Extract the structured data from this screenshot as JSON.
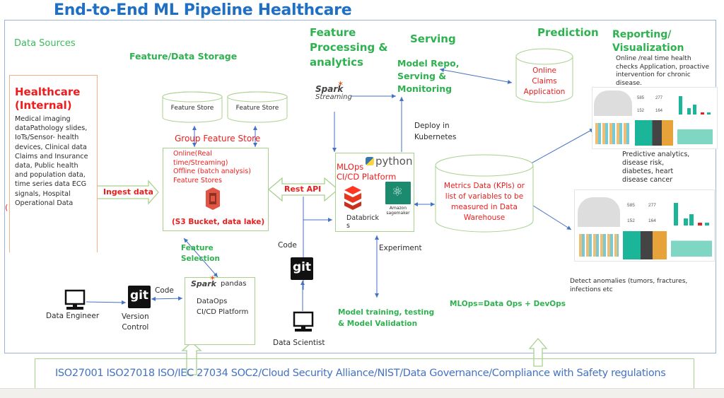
{
  "title": "End-to-End ML Pipeline Healthcare",
  "sections": {
    "data_sources": "Data Sources",
    "feature_storage": "Feature/Data Storage",
    "feature_processing": [
      "Feature",
      "Processing &",
      "analytics"
    ],
    "serving": "Serving",
    "prediction": "Prediction",
    "reporting": [
      "Reporting/",
      "Visualization"
    ]
  },
  "healthcare_box": {
    "title": [
      "Healthcare",
      "(Internal)"
    ],
    "lines": [
      "Medical imaging",
      "dataPathology slides,",
      "IoTs/Sensor- health",
      "devices, Clinical data",
      "Claims and Insurance",
      "data, Public health",
      "and population data,",
      "time series data ECG",
      "signals, Hospital",
      "Operational Data"
    ],
    "stray_mark": "("
  },
  "ingest_arrow": "Ingest data",
  "feature_stores": [
    "Feature Store",
    "Feature Store"
  ],
  "group_feature_store": "Group Feature Store",
  "storage_box": {
    "lines": [
      "Online(Real time/Streaming)",
      "Offline (batch analysis)",
      "Feature Stores"
    ],
    "caption": "(S3 Bucket, data lake)"
  },
  "rest_api": "Rest API",
  "spark_streaming": {
    "brand": "Spark",
    "sub": "Streaming"
  },
  "model_repo": [
    "Model Repo,",
    "Serving &",
    "Monitoring"
  ],
  "deploy": [
    "Deploy in",
    "Kubernetes"
  ],
  "online_claims": [
    "Online",
    "Claims",
    "Application"
  ],
  "mlops_box": {
    "label": [
      "MLOps",
      "CI/CD Platform"
    ],
    "python": "python",
    "databricks": [
      "Databrick",
      "s"
    ],
    "sagemaker": [
      "Amazon",
      "sagemaker"
    ]
  },
  "metrics_cylinder": [
    "Metrics Data (KPIs) or",
    "list of variables to be",
    "measured  in Data",
    "Warehouse"
  ],
  "experiment": "Experiment",
  "model_training": [
    "Model training, testing",
    "& Model Validation"
  ],
  "mlops_formula": "MLOps=Data Ops + DevOps",
  "feature_selection": [
    "Feature",
    "Selection"
  ],
  "dataops_box": {
    "spark": "Spark",
    "pandas": "pandas",
    "lines": [
      "DataOps",
      "CI/CD Platform"
    ]
  },
  "data_engineer": "Data Engineer",
  "version_control": [
    "Version",
    "Control"
  ],
  "git_label": "git",
  "code_labels": [
    "Code",
    "Code"
  ],
  "data_scientist": "Data Scientist",
  "reporting_texts": {
    "online_health": [
      "Online /real time health",
      "checks Application, proactive",
      "intervention for chronic",
      "disease."
    ],
    "predictive": [
      "Predictive analytics,",
      "disease risk,",
      "diabetes, heart",
      "disease cancer"
    ],
    "anomalies": [
      "Detect anomalies (tumors, fractures,",
      "infections etc"
    ]
  },
  "dashboard": {
    "kpis": [
      "585",
      "277",
      "152",
      "164"
    ],
    "accent": "#1bb59a",
    "alert": "#e81e1e"
  },
  "compliance": "ISO27001 ISO27018 ISO/IEC 27034 SOC2/Cloud Security Alliance/NIST/Data Governance/Compliance with Safety regulations",
  "colors": {
    "title": "#1f6fc5",
    "green": "#2eb24f",
    "red": "#ee1c1c",
    "arrow": "#4472c4",
    "box_green": "#a9d18e",
    "box_orange": "#f4b183"
  }
}
